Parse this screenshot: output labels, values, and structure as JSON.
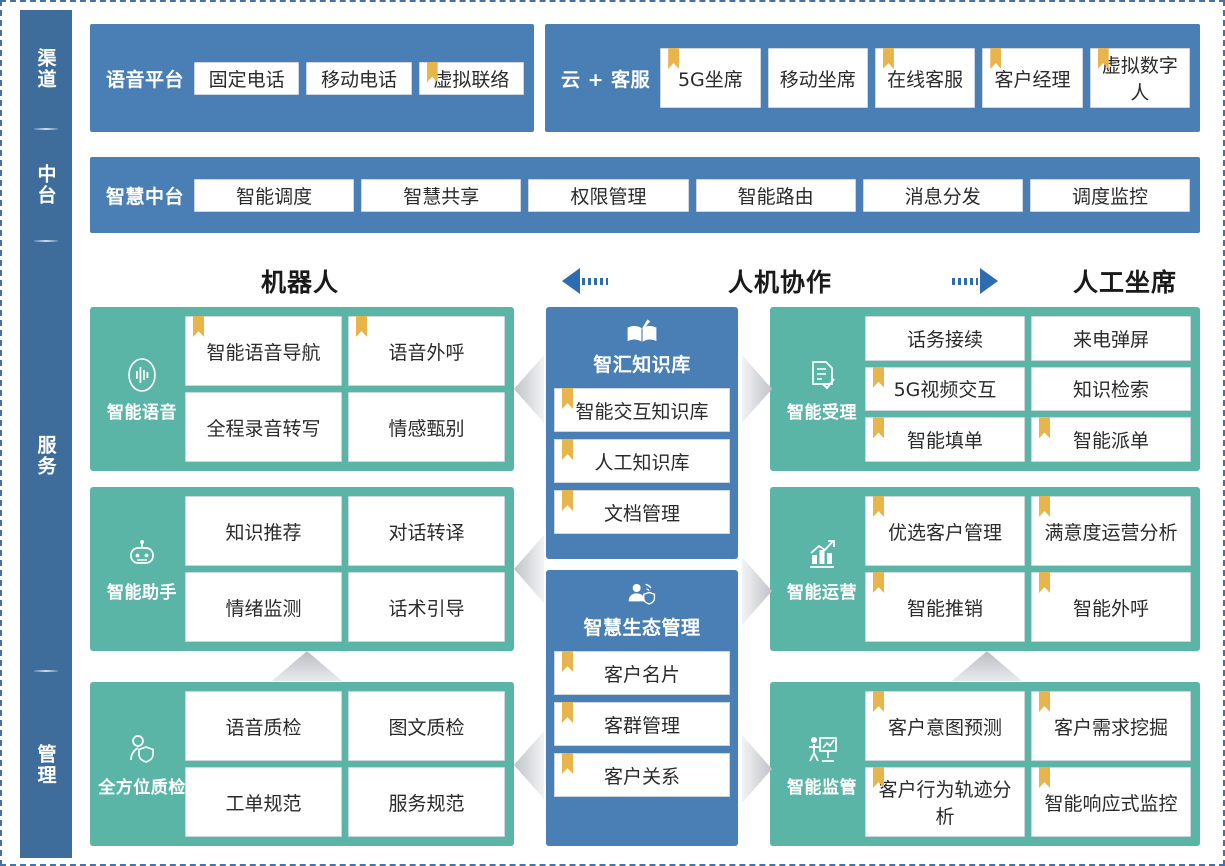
{
  "sidebar": {
    "items": [
      {
        "label": "渠道",
        "name": "sidebar-item-channel"
      },
      {
        "label": "中台",
        "name": "sidebar-item-platform"
      },
      {
        "label": "服务",
        "name": "sidebar-item-service"
      },
      {
        "label": "管理",
        "name": "sidebar-item-management"
      }
    ]
  },
  "channel": {
    "voice_platform": {
      "title": "语音平台",
      "cards": [
        {
          "label": "固定电话",
          "ribbon": false
        },
        {
          "label": "移动电话",
          "ribbon": false
        },
        {
          "label": "虚拟联络",
          "ribbon": true
        }
      ]
    },
    "cloud_service": {
      "title": "云 + 客服",
      "cards": [
        {
          "label": "5G坐席",
          "ribbon": true
        },
        {
          "label": "移动坐席",
          "ribbon": false
        },
        {
          "label": "在线客服",
          "ribbon": true
        },
        {
          "label": "客户经理",
          "ribbon": true
        },
        {
          "label": "虚拟数字人",
          "ribbon": true
        }
      ]
    }
  },
  "middle_platform": {
    "title": "智慧中台",
    "cards": [
      {
        "label": "智能调度",
        "ribbon": false
      },
      {
        "label": "智慧共享",
        "ribbon": false
      },
      {
        "label": "权限管理",
        "ribbon": false
      },
      {
        "label": "智能路由",
        "ribbon": false
      },
      {
        "label": "消息分发",
        "ribbon": false
      },
      {
        "label": "调度监控",
        "ribbon": false
      }
    ]
  },
  "mode_header": {
    "left": "机器人",
    "center": "人机协作",
    "right": "人工坐席"
  },
  "left_panels": [
    {
      "title": "智能语音",
      "icon": "voice-wave-icon",
      "cards": [
        {
          "label": "智能语音导航",
          "ribbon": true
        },
        {
          "label": "语音外呼",
          "ribbon": true
        },
        {
          "label": "全程录音转写",
          "ribbon": false
        },
        {
          "label": "情感甄别",
          "ribbon": false
        }
      ]
    },
    {
      "title": "智能助手",
      "icon": "robot-icon",
      "cards": [
        {
          "label": "知识推荐",
          "ribbon": false
        },
        {
          "label": "对话转译",
          "ribbon": false
        },
        {
          "label": "情绪监测",
          "ribbon": false
        },
        {
          "label": "话术引导",
          "ribbon": false
        }
      ]
    },
    {
      "title": "全方位质检",
      "icon": "person-shield-icon",
      "cards": [
        {
          "label": "语音质检",
          "ribbon": false
        },
        {
          "label": "图文质检",
          "ribbon": false
        },
        {
          "label": "工单规范",
          "ribbon": false
        },
        {
          "label": "服务规范",
          "ribbon": false
        }
      ]
    }
  ],
  "center_panels": [
    {
      "title": "智汇知识库",
      "icon": "open-book-icon",
      "cards": [
        {
          "label": "智能交互知识库",
          "ribbon": true
        },
        {
          "label": "人工知识库",
          "ribbon": true
        },
        {
          "label": "文档管理",
          "ribbon": true
        }
      ]
    },
    {
      "title": "智慧生态管理",
      "icon": "ecosystem-user-icon",
      "cards": [
        {
          "label": "客户名片",
          "ribbon": true
        },
        {
          "label": "客群管理",
          "ribbon": true
        },
        {
          "label": "客户关系",
          "ribbon": true
        }
      ]
    }
  ],
  "right_panels": [
    {
      "title": "智能受理",
      "icon": "document-check-icon",
      "cards": [
        {
          "label": "话务接续",
          "ribbon": false
        },
        {
          "label": "来电弹屏",
          "ribbon": false
        },
        {
          "label": "5G视频交互",
          "ribbon": true
        },
        {
          "label": "知识检索",
          "ribbon": false
        },
        {
          "label": "智能填单",
          "ribbon": true
        },
        {
          "label": "智能派单",
          "ribbon": true
        }
      ]
    },
    {
      "title": "智能运营",
      "icon": "growth-chart-icon",
      "cards": [
        {
          "label": "优选客户管理",
          "ribbon": true
        },
        {
          "label": "满意度运营分析",
          "ribbon": true
        },
        {
          "label": "智能推销",
          "ribbon": true
        },
        {
          "label": "智能外呼",
          "ribbon": true
        }
      ]
    },
    {
      "title": "智能监管",
      "icon": "presentation-person-icon",
      "cards": [
        {
          "label": "客户意图预测",
          "ribbon": true
        },
        {
          "label": "客户需求挖掘",
          "ribbon": true
        },
        {
          "label": "客户行为轨迹分析",
          "ribbon": true
        },
        {
          "label": "智能响应式监控",
          "ribbon": true
        }
      ]
    }
  ],
  "colors": {
    "blue": "#4a7fb5",
    "sidebar_blue": "#3e6d9c",
    "green": "#5ab5a7",
    "ribbon_gold": "#e8b44c",
    "arrow_blue": "#2f6bb0",
    "connector_gray": "#c9ccd0"
  }
}
